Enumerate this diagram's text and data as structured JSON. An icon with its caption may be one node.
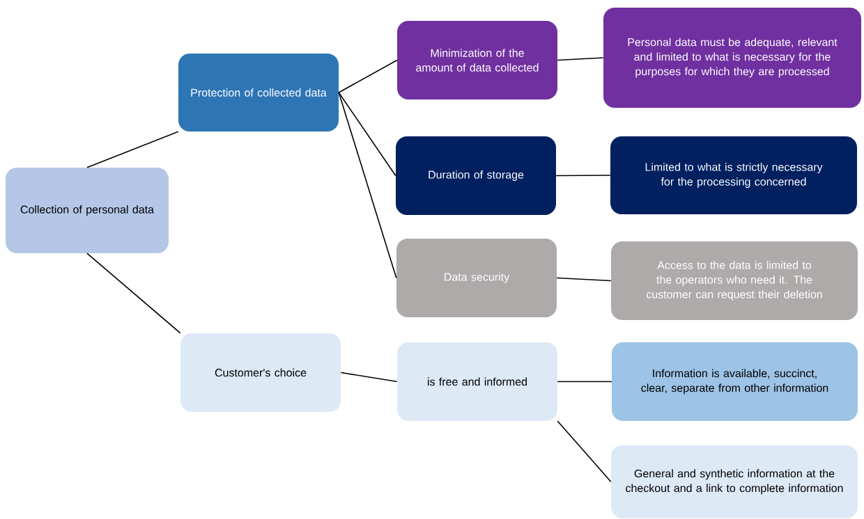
{
  "diagram": {
    "nodes": [
      {
        "text": [
          "Collection of personal data"
        ]
      },
      {
        "text": [
          "Protection of collected data"
        ]
      },
      {
        "text": [
          "Minimization of the amount of data collected"
        ]
      },
      {
        "text": [
          "Personal data must be adequate, relevant and limited to what is necessary for the purposes for which they are processed"
        ]
      },
      {
        "text": [
          "Duration of storage"
        ]
      },
      {
        "text": [
          "Limited to what is strictly necessary for the processing concerned"
        ]
      },
      {
        "text": [
          "Data security"
        ]
      },
      {
        "text": [
          "Access to the data is limited to the operators who need it. The customer can request their deletion"
        ]
      },
      {
        "text": [
          "Customer's choice"
        ]
      },
      {
        "text": [
          "is free and informed"
        ]
      },
      {
        "text": [
          "Information is available, succinct, clear, separate from other information"
        ]
      },
      {
        "text": [
          "General and synthetic information at the checkout and a link to complete information"
        ]
      }
    ],
    "edges": [
      {
        "from": 0,
        "to": 1,
        "arrow": "none"
      },
      {
        "from": 0,
        "to": 8,
        "arrow": "none"
      },
      {
        "from": 1,
        "to": 2,
        "arrow": "none"
      },
      {
        "from": 1,
        "to": 4,
        "arrow": "none"
      },
      {
        "from": 1,
        "to": 6,
        "arrow": "none"
      },
      {
        "from": 2,
        "to": 3,
        "arrow": "none"
      },
      {
        "from": 4,
        "to": 5,
        "arrow": "none"
      },
      {
        "from": 6,
        "to": 7,
        "arrow": "none"
      },
      {
        "from": 8,
        "to": 9,
        "arrow": "none"
      },
      {
        "from": 9,
        "to": 10,
        "arrow": "none"
      },
      {
        "from": 9,
        "to": 11,
        "arrow": "none"
      }
    ]
  }
}
